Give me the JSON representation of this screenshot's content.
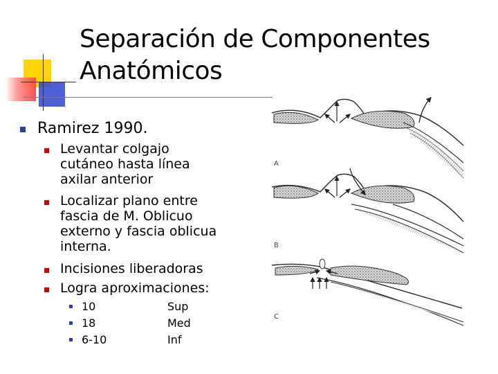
{
  "slide": {
    "title_line1": "Separación de Componentes",
    "title_line2": "Anatómicos"
  },
  "content": {
    "level1": "Ramirez 1990.",
    "item1": [
      "Levantar colgajo",
      "cutáneo hasta línea",
      "axilar anterior"
    ],
    "item2": [
      "Localizar plano entre",
      "fascia de M. Oblicuo",
      "externo y fascia oblicua",
      "interna."
    ],
    "item3": "Incisiones liberadoras",
    "item4": "Logra aproximaciones:",
    "approximations": [
      {
        "value": "10",
        "location": "Sup"
      },
      {
        "value": "18",
        "location": "Med"
      },
      {
        "value": "6-10",
        "location": "Inf"
      }
    ]
  },
  "figure": {
    "panel_labels": [
      "A",
      "B",
      "C"
    ]
  },
  "colors": {
    "bullet_blue": "#2b3fa8",
    "bullet_red": "#d10000",
    "deco_yellow": "#ffd400",
    "deco_blue": "#3a4fd0",
    "deco_red": "#ff5050"
  }
}
